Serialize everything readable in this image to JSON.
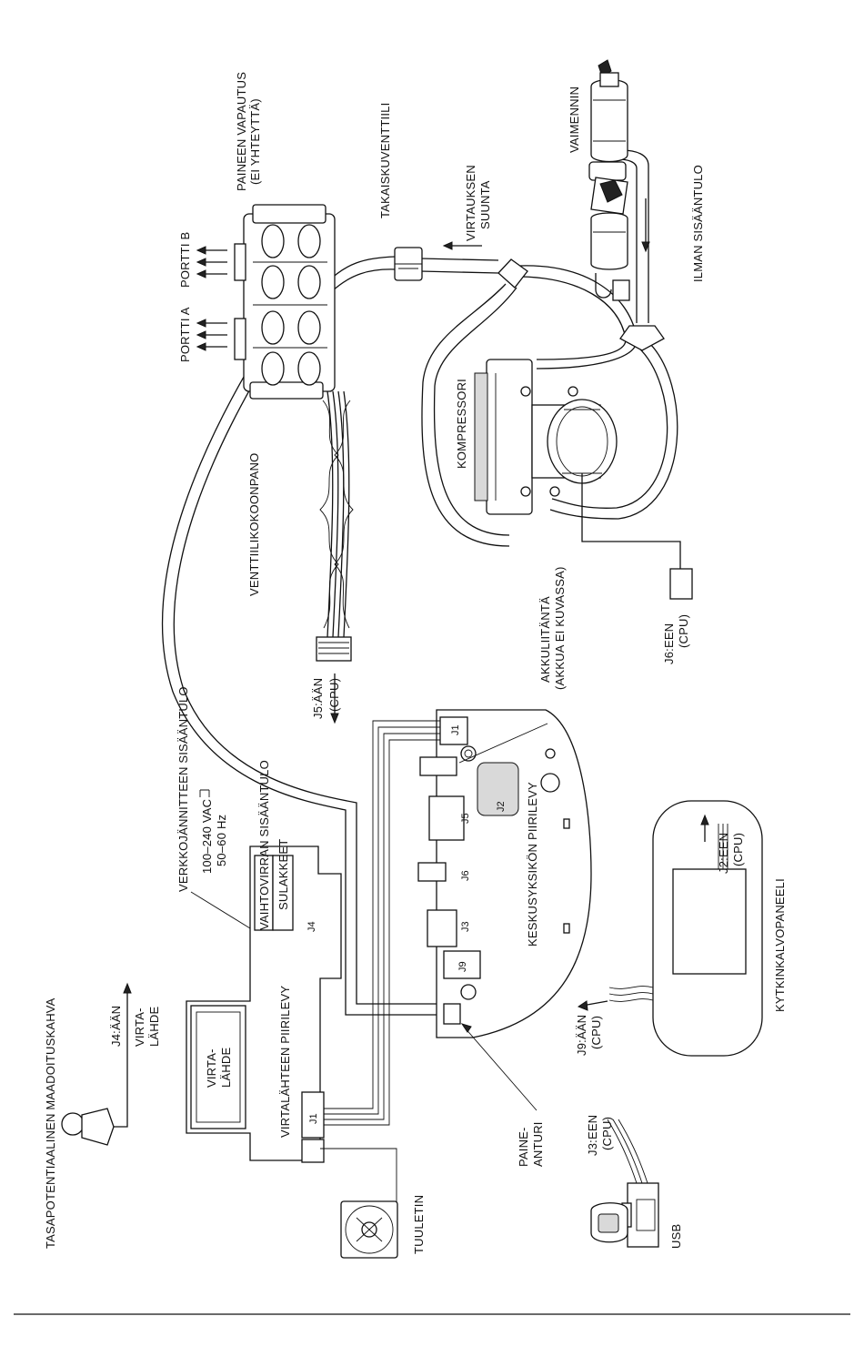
{
  "labels": {
    "valve_assembly": "VENTTIILIKOKOONPANO",
    "port_a": "PORTTI A",
    "port_b": "PORTTI B",
    "pressure_relief": "PAINEEN VAPAUTUS",
    "pressure_relief_note": "(EI YHTEYTTÄ)",
    "check_valve": "TAKAISKUVENTTIILI",
    "flow_direction_1": "VIRTAUKSEN",
    "flow_direction_2": "SUUNTA",
    "muffler": "VAIMENNIN",
    "air_inlet": "ILMAN SISÄÄNTULO",
    "compressor": "KOMPRESSORI",
    "j6_to": "J6:EEN",
    "j6_cpu": "(CPU)",
    "j5_from": "J5:ÄÄN",
    "j5_cpu": "(CPU)",
    "battery_connector": "AKKULIITÄNTÄ",
    "battery_note": "(AKKUA EI KUVASSA)",
    "mains_inlet": "VERKKOJÄNNITTEEN SISÄÄNTULO",
    "voltage": "100–240 VAC",
    "frequency": "50–60 Hz",
    "ac_inlet": "VAIHTOVIRRAN SISÄÄNTULO",
    "fuses": "SULAKKEET",
    "j4": "J4",
    "j1_cpu": "J1",
    "j2": "J2",
    "j5": "J5",
    "j6": "J6",
    "j3": "J3",
    "j9": "J9",
    "cpu_board": "KESKUSYKSIKÖN PIIRILEVY",
    "psu_1": "VIRTA-",
    "psu_2": "LÄHDE",
    "psu_board": "VIRTALÄHTEEN PIIRILEVY",
    "j1_psu": "J1",
    "j4_from": "J4:ÄÄN",
    "psu_side_1": "VIRTA-",
    "psu_side_2": "LÄHDE",
    "grounding": "TASAPOTENTIAALINEN MAADOITUSKAHVA",
    "fan": "TUULETIN",
    "pressure_sensor_1": "PAINE-",
    "pressure_sensor_2": "ANTURI",
    "membrane_panel": "KYTKINKALVOPANEELI",
    "j2_to": "J2:EEN",
    "j2_cpu": "(CPU)",
    "j9_from": "J9:ÄÄN",
    "j9_cpu": "(CPU)",
    "j3_to": "J3:EEN",
    "j3_cpu": "(CPU)",
    "usb": "USB"
  }
}
